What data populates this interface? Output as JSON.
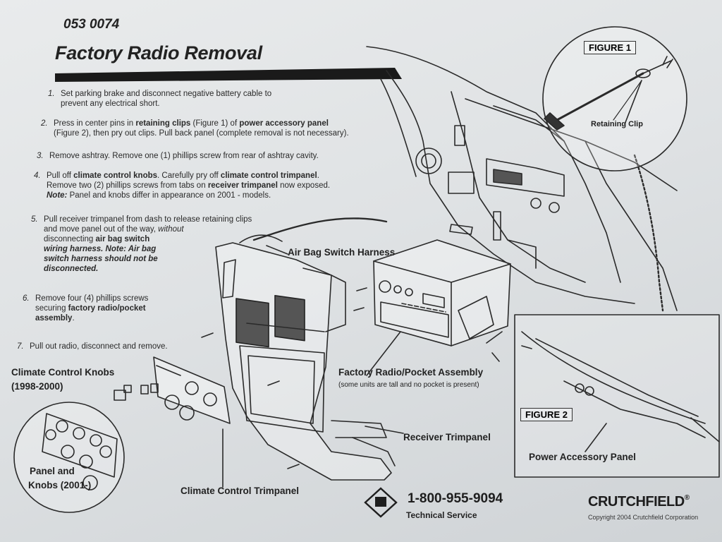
{
  "doc_number": "053 0074",
  "title": "Factory Radio Removal",
  "steps": [
    {
      "num": "1.",
      "lines": [
        "Set parking brake and disconnect negative battery cable to",
        "prevent any electrical short."
      ]
    },
    {
      "num": "2.",
      "l1a": "Press in center pins in ",
      "l1b": "retaining clips",
      "l1c": " (Figure 1) of ",
      "l1d": "power accessory panel",
      "l2": "(Figure 2), then pry out clips.  Pull back panel (complete removal is not necessary)."
    },
    {
      "num": "3.",
      "text": "Remove ashtray.  Remove one (1) phillips screw from rear of ashtray cavity."
    },
    {
      "num": "4.",
      "l1a": "Pull off ",
      "l1b": "climate control knobs",
      "l1c": ".  Carefully pry off ",
      "l1d": "climate control trimpanel",
      "l1e": ".",
      "l2a": "Remove two (2) phillips screws from tabs on ",
      "l2b": "receiver trimpanel",
      "l2c": " now exposed.",
      "l3a": "Note:",
      "l3b": " Panel and knobs differ in appearance on 2001 - models."
    },
    {
      "num": "5.",
      "l1": "Pull receiver trimpanel from dash to release retaining clips",
      "l2a": "and move panel out of the way, ",
      "l2b": "without",
      "l3": "disconnecting ",
      "l3b": "air bag switch",
      "l4": "wiring harness.  Note:  Air bag",
      "l5": "switch harness should not be",
      "l6": "disconnected."
    },
    {
      "num": "6.",
      "l1": "Remove four (4) phillips screws",
      "l2a": "securing ",
      "l2b": "factory radio/pocket",
      "l3a": "assembly",
      "l3b": "."
    },
    {
      "num": "7.",
      "text": "Pull out radio, disconnect and remove."
    }
  ],
  "labels": {
    "airbag_harness": "Air Bag Switch Harness",
    "climate_knobs": "Climate Control Knobs",
    "climate_knobs_years": "(1998-2000)",
    "panel_knobs": "Panel and",
    "panel_knobs_years": "Knobs (2001-)",
    "climate_trimpanel": "Climate Control Trimpanel",
    "factory_radio": "Factory Radio/Pocket Assembly",
    "factory_radio_note": "(some units are tall and no pocket is present)",
    "receiver_trimpanel": "Receiver Trimpanel",
    "retaining_clip": "Retaining Clip",
    "power_accessory_panel": "Power Accessory Panel",
    "figure1": "FIGURE 1",
    "figure2": "FIGURE 2"
  },
  "footer": {
    "phone": "1-800-955-9094",
    "tech_service": "Technical Service",
    "brand": "CRUTCHFIELD",
    "registered": "®",
    "copyright": "Copyright 2004 Crutchfield Corporation"
  }
}
